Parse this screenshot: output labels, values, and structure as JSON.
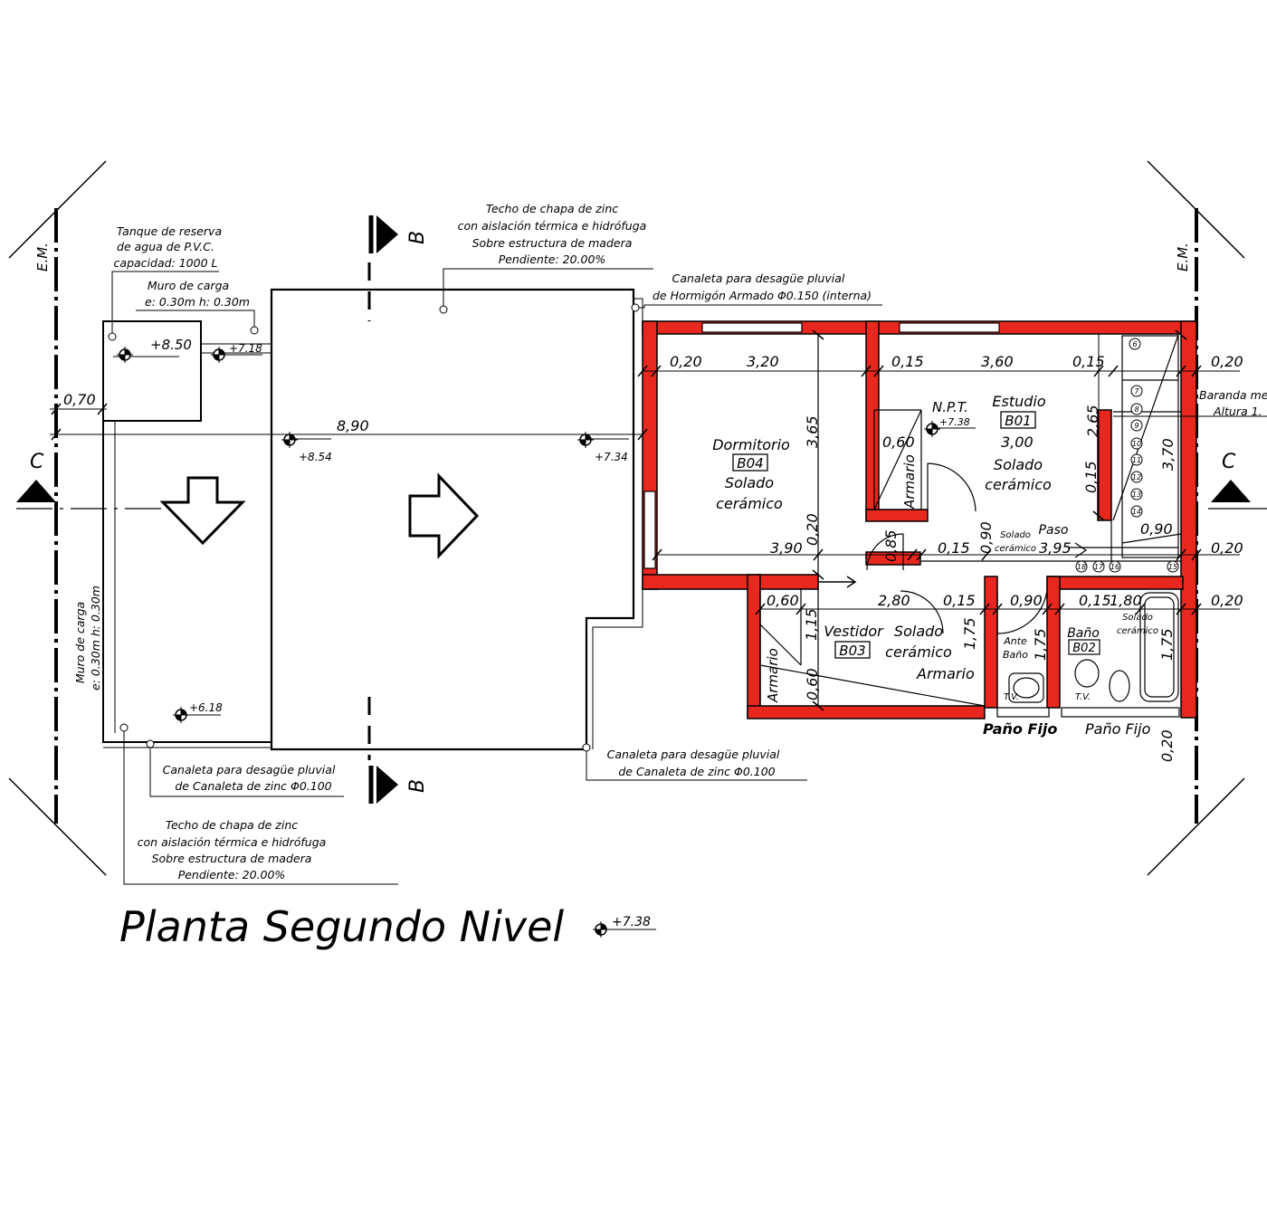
{
  "title": "Planta Segundo Nivel",
  "title_level": "+7.38",
  "colors": {
    "wall": "#e8281e",
    "line": "#000000",
    "background": "#ffffff"
  },
  "axis_em_left": "E.M.",
  "axis_em_right": "E.M.",
  "section_c_left": "C",
  "section_c_right": "C",
  "section_b_top": "B",
  "section_b_bottom": "B",
  "notes": {
    "roof_top": [
      "Techo de chapa de zinc",
      "con aislación térmica e hidrófuga",
      "Sobre estructura de madera",
      "Pendiente: 20.00%"
    ],
    "tank": [
      "Tanque de reserva",
      "de agua de P.V.C.",
      "capacidad: 1000 L"
    ],
    "muro_top": [
      "Muro de carga",
      "e: 0.30m  h: 0.30m"
    ],
    "gutter_top": [
      "Canaleta para desagüe pluvial",
      "de Hormigón Armado Φ0.150 (interna)"
    ],
    "gutter_bottom_left": [
      "Canaleta para desagüe pluvial",
      "de Canaleta de zinc Φ0.100"
    ],
    "gutter_bottom_right": [
      "Canaleta para desagüe pluvial",
      "de Canaleta de zinc Φ0.100"
    ],
    "roof_bottom": [
      "Techo de chapa de zinc",
      "con aislación térmica e hidrófuga",
      "Sobre estructura de madera",
      "Pendiente: 20.00%"
    ],
    "muro_left": [
      "Muro de carga",
      "e: 0.30m  h: 0.30m"
    ],
    "railing": [
      "Baranda me",
      "Altura 1."
    ]
  },
  "levels": {
    "tank_top": "+8.50",
    "roof_718": "+7.18",
    "roof_854": "+8.54",
    "roof_734": "+7.34",
    "roof_618": "+6.18",
    "npt_value": "+7.38",
    "npt_label": "N.P.T."
  },
  "rooms": {
    "dormitorio": {
      "name": "Dormitorio",
      "code": "B04",
      "floor_1": "Solado",
      "floor_2": "cerámico"
    },
    "estudio": {
      "name": "Estudio",
      "code": "B01",
      "floor_1": "Solado",
      "floor_2": "cerámico"
    },
    "vestidor": {
      "name": "Vestidor",
      "code": "B03",
      "floor_1": "Solado",
      "floor_2": "cerámico"
    },
    "bano": {
      "name": "Baño",
      "code": "B02",
      "floor_1": "Solado",
      "floor_2": "cerámico"
    },
    "paso": {
      "name": "Paso",
      "floor_1": "Solado",
      "floor_2": "cerámico"
    },
    "ante_bano": {
      "name_1": "Ante",
      "name_2": "Baño"
    }
  },
  "labels": {
    "armario_estudio": "Armario",
    "armario_vestidor_left": "Armario",
    "armario_vestidor": "Armario",
    "pano_fijo_1": "Paño Fijo",
    "pano_fijo_2": "Paño Fijo",
    "tv_1": "T.V.",
    "tv_2": "T.V."
  },
  "stairs": [
    "6",
    "7",
    "8",
    "9",
    "10",
    "11",
    "12",
    "13",
    "14",
    "15",
    "16",
    "17",
    "18"
  ],
  "dimensions": {
    "d_070": "0,70",
    "d_890": "8,90",
    "d_020_a": "0,20",
    "d_320": "3,20",
    "d_015_a": "0,15",
    "d_360": "3,60",
    "d_015_b": "0,15",
    "d_020_b": "0,20",
    "d_265": "2,65",
    "d_300": "3,00",
    "d_365": "3,65",
    "d_060_a": "0,60",
    "d_370": "3,70",
    "d_015_v": "0,15",
    "d_020_v": "0,20",
    "d_390": "3,90",
    "d_085": "0,85",
    "d_015_c": "0,15",
    "d_090_v": "0,90",
    "d_395": "3,95",
    "d_090_h": "0,90",
    "d_020_c": "0,20",
    "d_060_b": "0,60",
    "d_280": "2,80",
    "d_015_d": "0,15",
    "d_090_b": "0,90",
    "d_015_e": "0,15",
    "d_180": "1,80",
    "d_020_d": "0,20",
    "d_115": "1,15",
    "d_175_a": "1,75",
    "d_175_b": "1,75",
    "d_175_c": "1,75",
    "d_060_c": "0,60",
    "d_020_e": "0,20"
  }
}
